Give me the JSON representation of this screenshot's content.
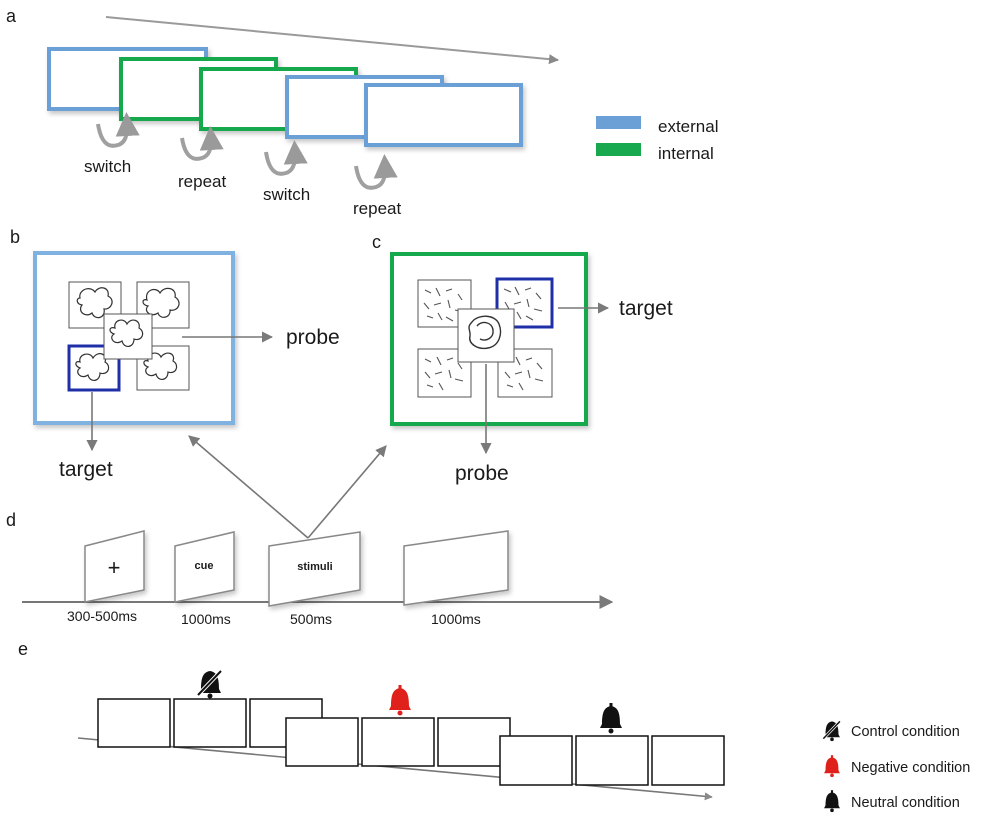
{
  "panels": {
    "a": {
      "letter": "a",
      "transitions": [
        "switch",
        "repeat",
        "switch",
        "repeat"
      ],
      "legend": [
        {
          "label": "external",
          "color": "#6aa0d6"
        },
        {
          "label": "internal",
          "color": "#18a84e"
        }
      ]
    },
    "b": {
      "letter": "b",
      "probe_label": "probe",
      "target_label": "target",
      "frame_color": "#7fb2e0"
    },
    "c": {
      "letter": "c",
      "probe_label": "probe",
      "target_label": "target",
      "frame_color": "#18a84e"
    },
    "d": {
      "letter": "d",
      "screens": [
        {
          "content": "+",
          "duration": "300-500ms"
        },
        {
          "content": "cue",
          "duration": "1000ms"
        },
        {
          "content": "stimuli",
          "duration": "500ms"
        },
        {
          "content": "",
          "duration": "1000ms"
        }
      ]
    },
    "e": {
      "letter": "e",
      "legend": [
        {
          "label": "Control condition",
          "icon": "muted-bell-icon",
          "color": "#111111"
        },
        {
          "label": "Negative condition",
          "icon": "bell-icon",
          "color": "#e0211b"
        },
        {
          "label": "Neutral condition",
          "icon": "bell-icon",
          "color": "#111111"
        }
      ]
    }
  },
  "colors": {
    "highlight_blue": "#1f2fa8",
    "arrow_gray": "#777777",
    "line_gray": "#8a8a8a"
  }
}
